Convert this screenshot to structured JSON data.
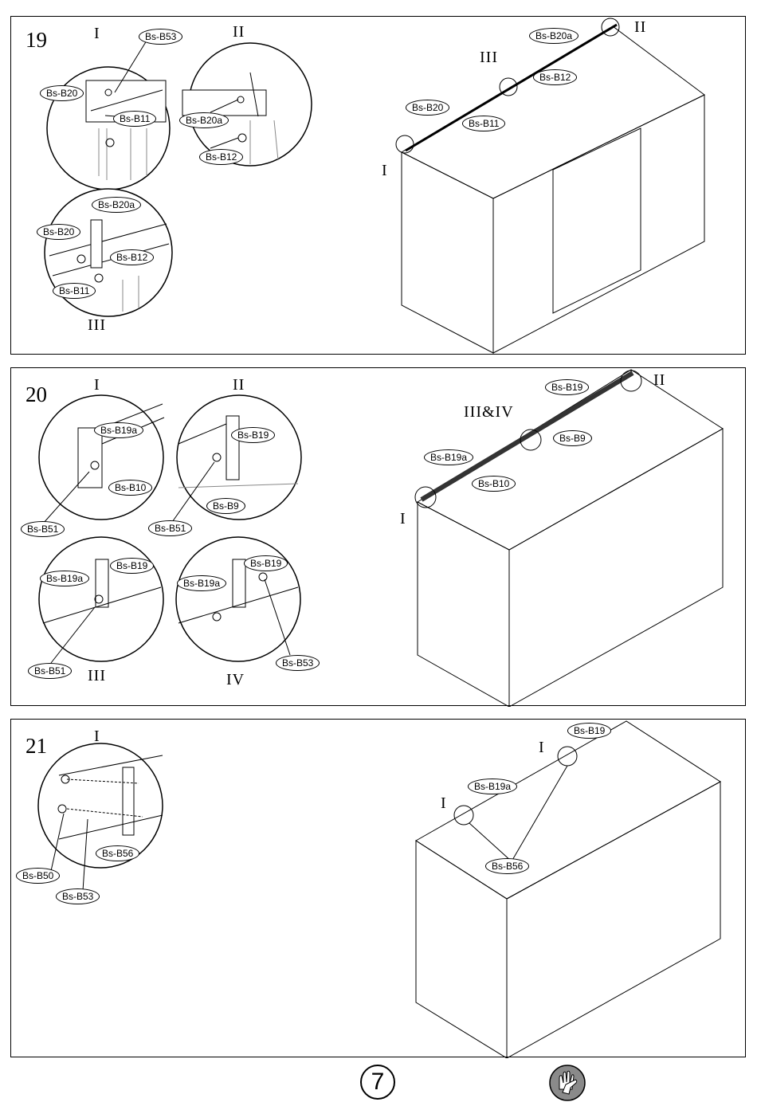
{
  "page": {
    "number": "7",
    "glove_icon": "gloves-icon"
  },
  "steps": [
    {
      "number": "19",
      "details": [
        {
          "roman": "I",
          "labels": [
            "Bs-B53",
            "Bs-B20",
            "Bs-B11"
          ]
        },
        {
          "roman": "II",
          "labels": [
            "Bs-B20a",
            "Bs-B12"
          ]
        },
        {
          "roman": "III",
          "labels": [
            "Bs-B20a",
            "Bs-B20",
            "Bs-B12",
            "Bs-B11"
          ]
        }
      ],
      "main": {
        "romans": [
          "I",
          "II",
          "III"
        ],
        "labels": [
          "Bs-B20a",
          "Bs-B12",
          "Bs-B20",
          "Bs-B11"
        ]
      }
    },
    {
      "number": "20",
      "details": [
        {
          "roman": "I",
          "labels": [
            "Bs-B19a",
            "Bs-B10",
            "Bs-B51"
          ]
        },
        {
          "roman": "II",
          "labels": [
            "Bs-B19",
            "Bs-B9",
            "Bs-B51"
          ]
        },
        {
          "roman": "III",
          "labels": [
            "Bs-B19a",
            "Bs-B19",
            "Bs-B51"
          ]
        },
        {
          "roman": "IV",
          "labels": [
            "Bs-B19a",
            "Bs-B19",
            "Bs-B53"
          ]
        }
      ],
      "main": {
        "romans": [
          "III&IV",
          "II",
          "I"
        ],
        "labels": [
          "Bs-B19",
          "Bs-B9",
          "Bs-B19a",
          "Bs-B10"
        ]
      }
    },
    {
      "number": "21",
      "details": [
        {
          "roman": "I",
          "labels": [
            "Bs-B56",
            "Bs-B50",
            "Bs-B53"
          ]
        }
      ],
      "main": {
        "romans": [
          "I",
          "I"
        ],
        "labels": [
          "Bs-B19",
          "Bs-B19a",
          "Bs-B56"
        ]
      }
    }
  ]
}
